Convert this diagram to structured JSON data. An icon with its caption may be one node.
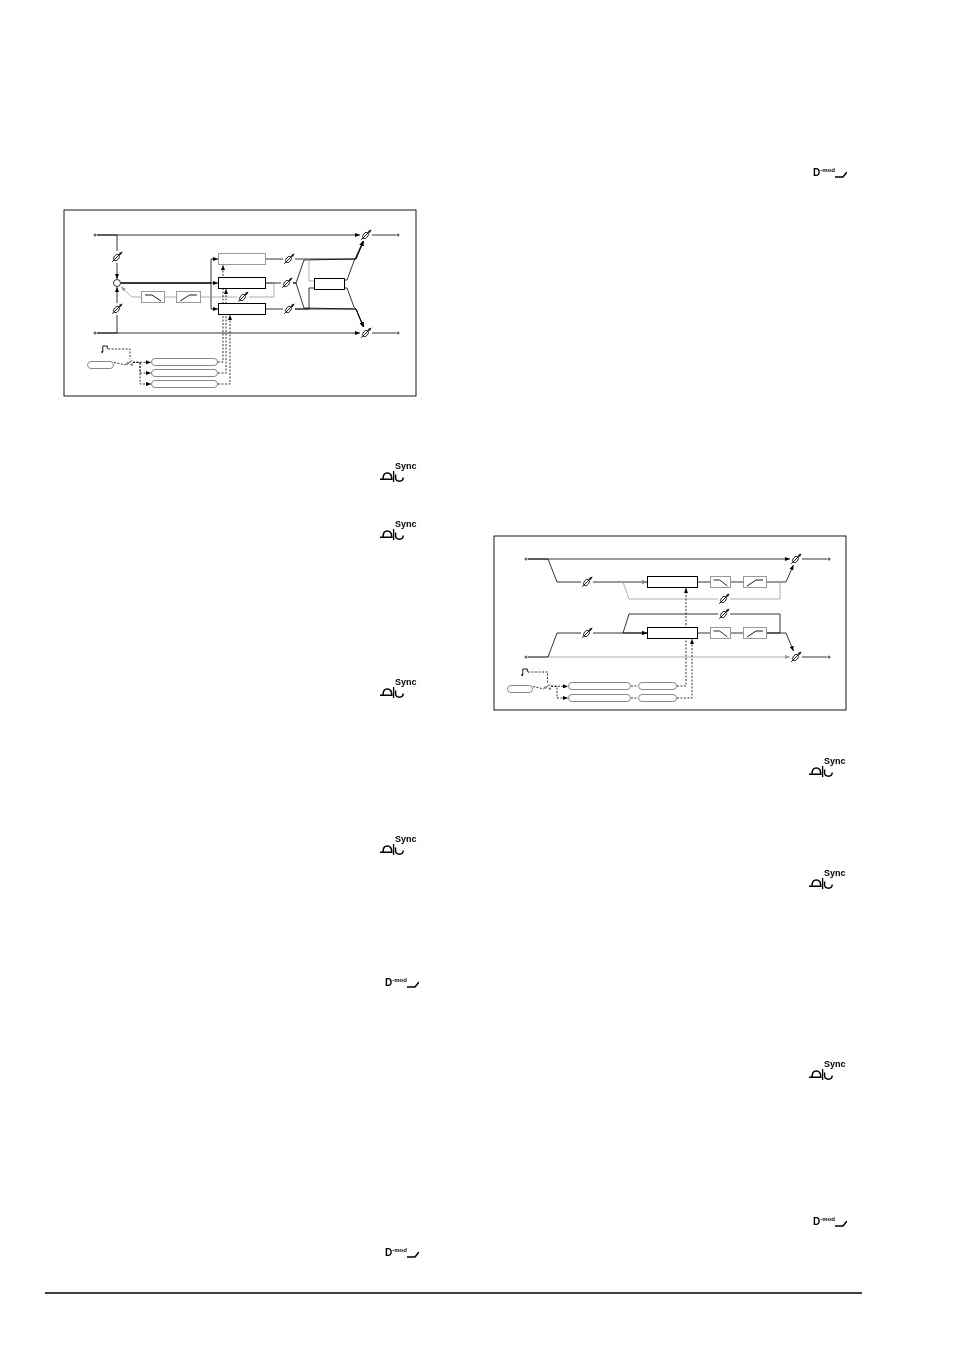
{
  "diagram": {
    "nodes": [
      {
        "text": [],
        "shape": "dot"
      },
      {
        "text": [],
        "shape": "dot"
      },
      {
        "text": [],
        "shape": "knob"
      },
      {
        "text": [],
        "shape": "knob"
      },
      {
        "text": [],
        "shape": "circle"
      },
      {
        "text": [],
        "shape": "box"
      },
      {
        "text": [],
        "shape": "box"
      },
      {
        "text": [],
        "shape": "box"
      },
      {
        "text": [],
        "shape": "knob"
      },
      {
        "text": [],
        "shape": "box"
      },
      {
        "text": [],
        "shape": "box"
      },
      {
        "text": [],
        "shape": "knob"
      },
      {
        "text": [],
        "shape": "knob"
      },
      {
        "text": [],
        "shape": "knob"
      },
      {
        "text": [],
        "shape": "box"
      },
      {
        "text": [],
        "shape": "knob"
      },
      {
        "text": [],
        "shape": "knob"
      },
      {
        "text": [],
        "shape": "dot"
      },
      {
        "text": [],
        "shape": "dot"
      },
      {
        "text": [],
        "shape": "picture"
      },
      {
        "text": [],
        "shape": "pill"
      },
      {
        "text": [],
        "shape": "switch"
      },
      {
        "text": [],
        "shape": "pill"
      },
      {
        "text": [],
        "shape": "pill"
      },
      {
        "text": [],
        "shape": "pill"
      },
      {
        "text": [],
        "shape": "dot"
      },
      {
        "text": [],
        "shape": "dot"
      },
      {
        "text": [],
        "shape": "knob"
      },
      {
        "text": [],
        "shape": "knob"
      },
      {
        "text": [],
        "shape": "box"
      },
      {
        "text": [],
        "shape": "box"
      },
      {
        "text": [],
        "shape": "box"
      },
      {
        "text": [],
        "shape": "box"
      },
      {
        "text": [],
        "shape": "box"
      },
      {
        "text": [],
        "shape": "box"
      },
      {
        "text": [],
        "shape": "knob"
      },
      {
        "text": [],
        "shape": "knob"
      },
      {
        "text": [],
        "shape": "knob"
      },
      {
        "text": [],
        "shape": "knob"
      },
      {
        "text": [],
        "shape": "dot"
      },
      {
        "text": [],
        "shape": "dot"
      },
      {
        "text": [],
        "shape": "picture"
      },
      {
        "text": [],
        "shape": "pill"
      },
      {
        "text": [],
        "shape": "switch"
      },
      {
        "text": [],
        "shape": "pill"
      },
      {
        "text": [],
        "shape": "pill"
      },
      {
        "text": [],
        "shape": "pill"
      },
      {
        "text": [],
        "shape": "pill"
      }
    ],
    "edges": [
      {
        "from": 0,
        "to": 15,
        "arrow": "to"
      },
      {
        "from": 15,
        "to": 17,
        "arrow": "none"
      },
      {
        "from": 1,
        "to": 16,
        "arrow": "to"
      },
      {
        "from": 16,
        "to": 18,
        "arrow": "none"
      },
      {
        "from": 0,
        "to": 2,
        "arrow": "none"
      },
      {
        "from": 2,
        "to": 4,
        "arrow": "to"
      },
      {
        "from": 1,
        "to": 3,
        "arrow": "none"
      },
      {
        "from": 3,
        "to": 4,
        "arrow": "to"
      },
      {
        "from": 4,
        "to": 5,
        "arrow": "to"
      },
      {
        "from": 4,
        "to": 6,
        "arrow": "to"
      },
      {
        "from": 4,
        "to": 7,
        "arrow": "to"
      },
      {
        "from": 6,
        "to": 8,
        "arrow": "none",
        "color": "#999999"
      },
      {
        "from": 8,
        "to": 9,
        "arrow": "none",
        "color": "#999999"
      },
      {
        "from": 9,
        "to": 10,
        "arrow": "none",
        "color": "#999999"
      },
      {
        "from": 10,
        "to": 4,
        "arrow": "to",
        "color": "#999999"
      },
      {
        "from": 5,
        "to": 11,
        "arrow": "none"
      },
      {
        "from": 6,
        "to": 12,
        "arrow": "none"
      },
      {
        "from": 7,
        "to": 13,
        "arrow": "none"
      },
      {
        "from": 11,
        "to": 15,
        "arrow": "to"
      },
      {
        "from": 12,
        "to": 15,
        "arrow": "to"
      },
      {
        "from": 12,
        "to": 16,
        "arrow": "to"
      },
      {
        "from": 13,
        "to": 16,
        "arrow": "to"
      },
      {
        "from": 11,
        "to": 14,
        "arrow": "none",
        "color": "#999999"
      },
      {
        "from": 13,
        "to": 14,
        "arrow": "none"
      },
      {
        "from": 14,
        "to": 15,
        "arrow": "to"
      },
      {
        "from": 14,
        "to": 16,
        "arrow": "to"
      },
      {
        "from": 19,
        "to": 21,
        "arrow": "none",
        "style": "dashed"
      },
      {
        "from": 20,
        "to": 21,
        "arrow": "none",
        "style": "dashed"
      },
      {
        "from": 21,
        "to": 22,
        "arrow": "to",
        "style": "dashed"
      },
      {
        "from": 21,
        "to": 23,
        "arrow": "to",
        "style": "dashed"
      },
      {
        "from": 21,
        "to": 24,
        "arrow": "to",
        "style": "dashed"
      },
      {
        "from": 22,
        "to": 5,
        "arrow": "to",
        "style": "dashed"
      },
      {
        "from": 23,
        "to": 6,
        "arrow": "to",
        "style": "dashed"
      },
      {
        "from": 24,
        "to": 7,
        "arrow": "to",
        "style": "dashed"
      },
      {
        "from": 25,
        "to": 37,
        "arrow": "to"
      },
      {
        "from": 37,
        "to": 39,
        "arrow": "none"
      },
      {
        "from": 26,
        "to": 38,
        "arrow": "to",
        "color": "#999999"
      },
      {
        "from": 38,
        "to": 40,
        "arrow": "none"
      },
      {
        "from": 25,
        "to": 27,
        "arrow": "none"
      },
      {
        "from": 27,
        "to": 29,
        "arrow": "to"
      },
      {
        "from": 29,
        "to": 31,
        "arrow": "none"
      },
      {
        "from": 31,
        "to": 32,
        "arrow": "none"
      },
      {
        "from": 32,
        "to": 37,
        "arrow": "to"
      },
      {
        "from": 32,
        "to": 35,
        "arrow": "none",
        "color": "#999999"
      },
      {
        "from": 35,
        "to": 29,
        "arrow": "to",
        "color": "#999999"
      },
      {
        "from": 26,
        "to": 28,
        "arrow": "none"
      },
      {
        "from": 28,
        "to": 30,
        "arrow": "to"
      },
      {
        "from": 30,
        "to": 33,
        "arrow": "none"
      },
      {
        "from": 33,
        "to": 34,
        "arrow": "none"
      },
      {
        "from": 34,
        "to": 38,
        "arrow": "to"
      },
      {
        "from": 34,
        "to": 36,
        "arrow": "none"
      },
      {
        "from": 36,
        "to": 30,
        "arrow": "to"
      },
      {
        "from": 41,
        "to": 43,
        "arrow": "none",
        "style": "dashed"
      },
      {
        "from": 42,
        "to": 43,
        "arrow": "none",
        "style": "dashed"
      },
      {
        "from": 43,
        "to": 44,
        "arrow": "to",
        "style": "dashed"
      },
      {
        "from": 43,
        "to": 46,
        "arrow": "to",
        "style": "dashed"
      },
      {
        "from": 44,
        "to": 45,
        "arrow": "none",
        "style": "dashed"
      },
      {
        "from": 46,
        "to": 47,
        "arrow": "none",
        "style": "dashed"
      },
      {
        "from": 45,
        "to": 29,
        "arrow": "to",
        "style": "dashed"
      },
      {
        "from": 47,
        "to": 30,
        "arrow": "to",
        "style": "dashed"
      }
    ],
    "labels": [
      "Sync",
      "Sync",
      "Sync",
      "Sync",
      "D$^{-mod}$",
      "D$^{-mod}$",
      "D$^{-mod}$",
      "Sync",
      "Sync",
      "Sync",
      "D$^{-mod}$"
    ]
  }
}
